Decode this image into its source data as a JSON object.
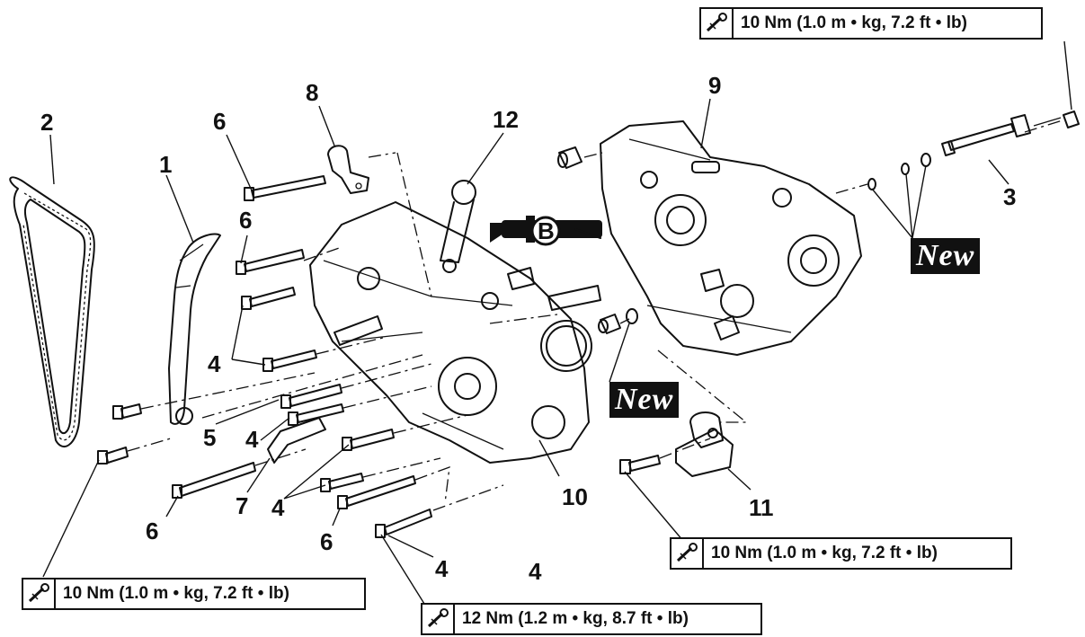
{
  "callouts": {
    "n1": "1",
    "n2": "2",
    "n3": "3",
    "n4a": "4",
    "n4b": "4",
    "n4c": "4",
    "n4d": "4",
    "n4e": "4",
    "n5": "5",
    "n6a": "6",
    "n6b": "6",
    "n6c": "6",
    "n6d": "6",
    "n7": "7",
    "n8": "8",
    "n9": "9",
    "n10": "10",
    "n11": "11",
    "n12": "12"
  },
  "torque": {
    "top_right": "10 Nm (1.0 m • kg, 7.2 ft • lb)",
    "mid_right": "10 Nm (1.0 m • kg, 7.2 ft • lb)",
    "bottom_left": "10 Nm (1.0 m • kg, 7.2 ft • lb)",
    "bottom_center": "12 Nm (1.2 m • kg, 8.7 ft • lb)"
  },
  "badges": {
    "new_right": "New",
    "new_center": "New"
  },
  "lube_symbol": "B",
  "icons": {
    "torque": "torque-wrench-icon",
    "lube": "grease-gun-icon"
  }
}
